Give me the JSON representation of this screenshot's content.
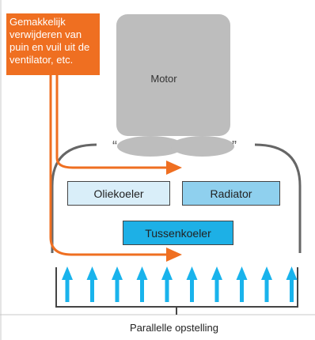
{
  "callout": {
    "text": "Gemakkelijk verwijderen van puin en vuil uit de ventilator, etc."
  },
  "motor": {
    "label": "Motor"
  },
  "coolers": {
    "oil": "Oliekoeler",
    "radiator": "Radiator",
    "intercooler": "Tussenkoeler"
  },
  "fan": {
    "arrow_count": 10
  },
  "caption": "Parallelle opstelling",
  "colors": {
    "orange": "#ef6f21",
    "motor_gray": "#bdbdbd",
    "oil_fill": "#d9eef9",
    "radiator_fill": "#8fd0ee",
    "intercooler_fill": "#1db0e6",
    "airflow_arrow": "#19b3ec",
    "housing": "#666666"
  }
}
